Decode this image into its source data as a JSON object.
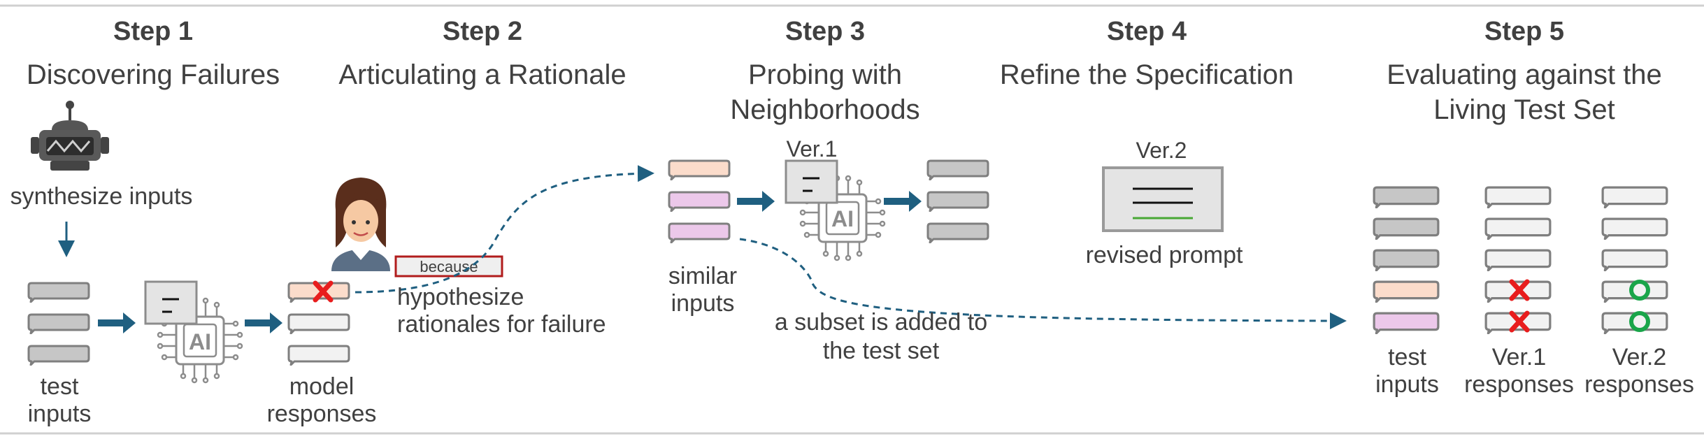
{
  "steps": [
    {
      "step": "Step 1",
      "title": "Discovering Failures"
    },
    {
      "step": "Step 2",
      "title": "Articulating a Rationale"
    },
    {
      "step": "Step 3",
      "title_line1": "Probing with",
      "title_line2": "Neighborhoods"
    },
    {
      "step": "Step 4",
      "title": "Refine the Specification"
    },
    {
      "step": "Step 5",
      "title_line1": "Evaluating against the",
      "title_line2": "Living Test Set"
    }
  ],
  "labels": {
    "synthesize": "synthesize inputs",
    "test_inputs_1": "test",
    "test_inputs_2": "inputs",
    "model_responses_1": "model",
    "model_responses_2": "responses",
    "because": "because",
    "hypothesize_1": "hypothesize",
    "hypothesize_2": "rationales for failure",
    "similar_1": "similar",
    "similar_2": "inputs",
    "ver1_tag": "Ver.1",
    "ver2_tag": "Ver.2",
    "ai_chip": "AI",
    "subset_1": "a subset is added to",
    "subset_2": "the test set",
    "revised_prompt": "revised prompt",
    "s5_test_1": "test",
    "s5_test_2": "inputs",
    "s5_v1_1": "Ver.1",
    "s5_v1_2": "responses",
    "s5_v2_1": "Ver.2",
    "s5_v2_2": "responses"
  },
  "colors": {
    "arrow_blue": "#1f5f80",
    "dashed_blue": "#1f5f80",
    "bubble_gray": "#c6c6c6",
    "bubble_white": "#f2f2f2",
    "bubble_peach": "#fbdccb",
    "bubble_pink": "#ecc8ea",
    "fail_red": "#e81d1d",
    "pass_green": "#1aa54a",
    "because_border": "#b11c1c",
    "prompt_green": "#49a835"
  },
  "icons": [
    "robot-icon",
    "ai-chip-icon",
    "person-icon",
    "prompt-doc-icon",
    "speech-bubble-icon",
    "fail-x-icon",
    "pass-circle-icon"
  ]
}
